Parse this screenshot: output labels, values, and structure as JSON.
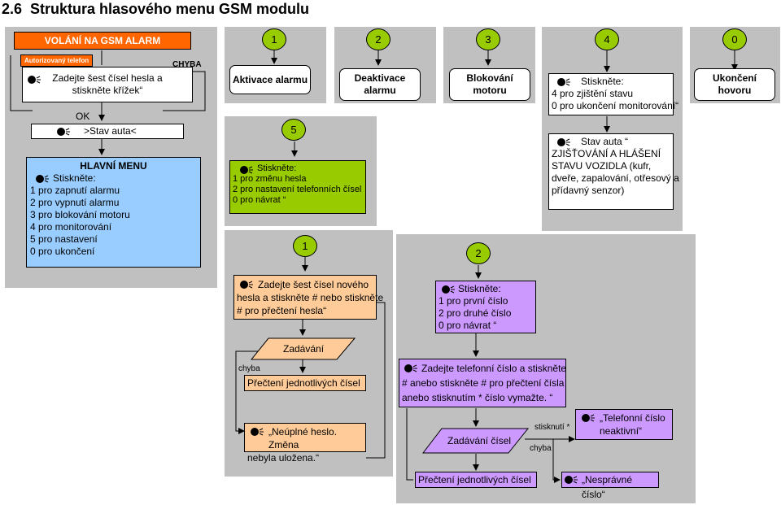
{
  "heading": {
    "number": "2.6",
    "title": "Struktura hlasového menu GSM modulu"
  },
  "left": {
    "call_title": "VOLÁNÍ NA GSM ALARM",
    "auth_phone": "Autorizovaný telefon",
    "error_label": "CHYBA",
    "password_prompt": [
      "Zadejte šest čísel hesla a",
      "stiskněte křížek“"
    ],
    "ok_label": "OK",
    "car_state": ">Stav auta<",
    "main_menu": {
      "title": "HLAVNÍ MENU",
      "press": "Stiskněte:",
      "lines": [
        "1 pro zapnutí alarmu",
        "2 pro vypnutí alarmu",
        "3 pro blokování motoru",
        "4 pro monitorování",
        "5 pro nastavení",
        "0 pro ukončení"
      ]
    }
  },
  "col1": {
    "number": "1",
    "title": "Aktivace alarmu",
    "sub_number": "5",
    "settings": {
      "press": "Stiskněte:",
      "lines": [
        "1 pro změnu hesla",
        "2 pro nastavení telefonních čísel",
        "0 pro návrat “"
      ]
    },
    "sub_number_1": "1",
    "new_password": [
      "Zadejte šest čísel nového",
      "hesla a stiskněte # nebo stiskněte",
      "# pro přečtení hesla“"
    ],
    "input_label": "Zadávání",
    "error_label": "chyba",
    "read_digits": "Přečtení jednotlivých čísel",
    "incomplete": [
      "„Neúplné heslo. Změna",
      "nebyla uložena.“"
    ]
  },
  "col2": {
    "number": "2",
    "title": [
      "Deaktivace",
      "alarmu"
    ]
  },
  "col3": {
    "number": "3",
    "title": [
      "Blokování",
      "motoru"
    ],
    "sub_number_2": "2",
    "phone_menu": {
      "press": "Stiskněte:",
      "lines": [
        "1 pro první číslo",
        "2 pro druhé číslo",
        "0 pro návrat “"
      ]
    },
    "phone_prompt": [
      "Zadejte telefonní číslo a stiskněte",
      "# anebo stiskněte # pro přečtení čísla",
      "anebo stisknutím * číslo vymažte. “"
    ],
    "input_label": "Zadávání čísel",
    "star_label": "stisknutí *",
    "error_label": "chyba",
    "read_digits": "Přečtení jednotlivých čísel",
    "inactive": [
      "„Telefonní číslo",
      "neaktivní“"
    ],
    "wrong_number": "„Nesprávné číslo“"
  },
  "col4": {
    "number": "4",
    "press_box": [
      "Stiskněte:",
      "4  pro zjištění stavu",
      "0  pro ukončení monitorování“"
    ],
    "status_box": [
      "Stav auta “",
      "ZJIŠŤOVÁNÍ A HLÁŠENÍ",
      "STAVU VOZIDLA (kufr,",
      "dveře, zapalování, otřesový a",
      "přídavný senzor)"
    ]
  },
  "col0": {
    "number": "0",
    "title": [
      "Ukončení",
      "hovoru"
    ]
  },
  "colors": {
    "green": "#99cc00",
    "blue": "#99ccff",
    "peach": "#ffcc99",
    "lilac": "#cc99ff",
    "orange": "#ff6600",
    "panel": "#c0c0c0"
  },
  "icons": [
    "speaker-icon"
  ]
}
